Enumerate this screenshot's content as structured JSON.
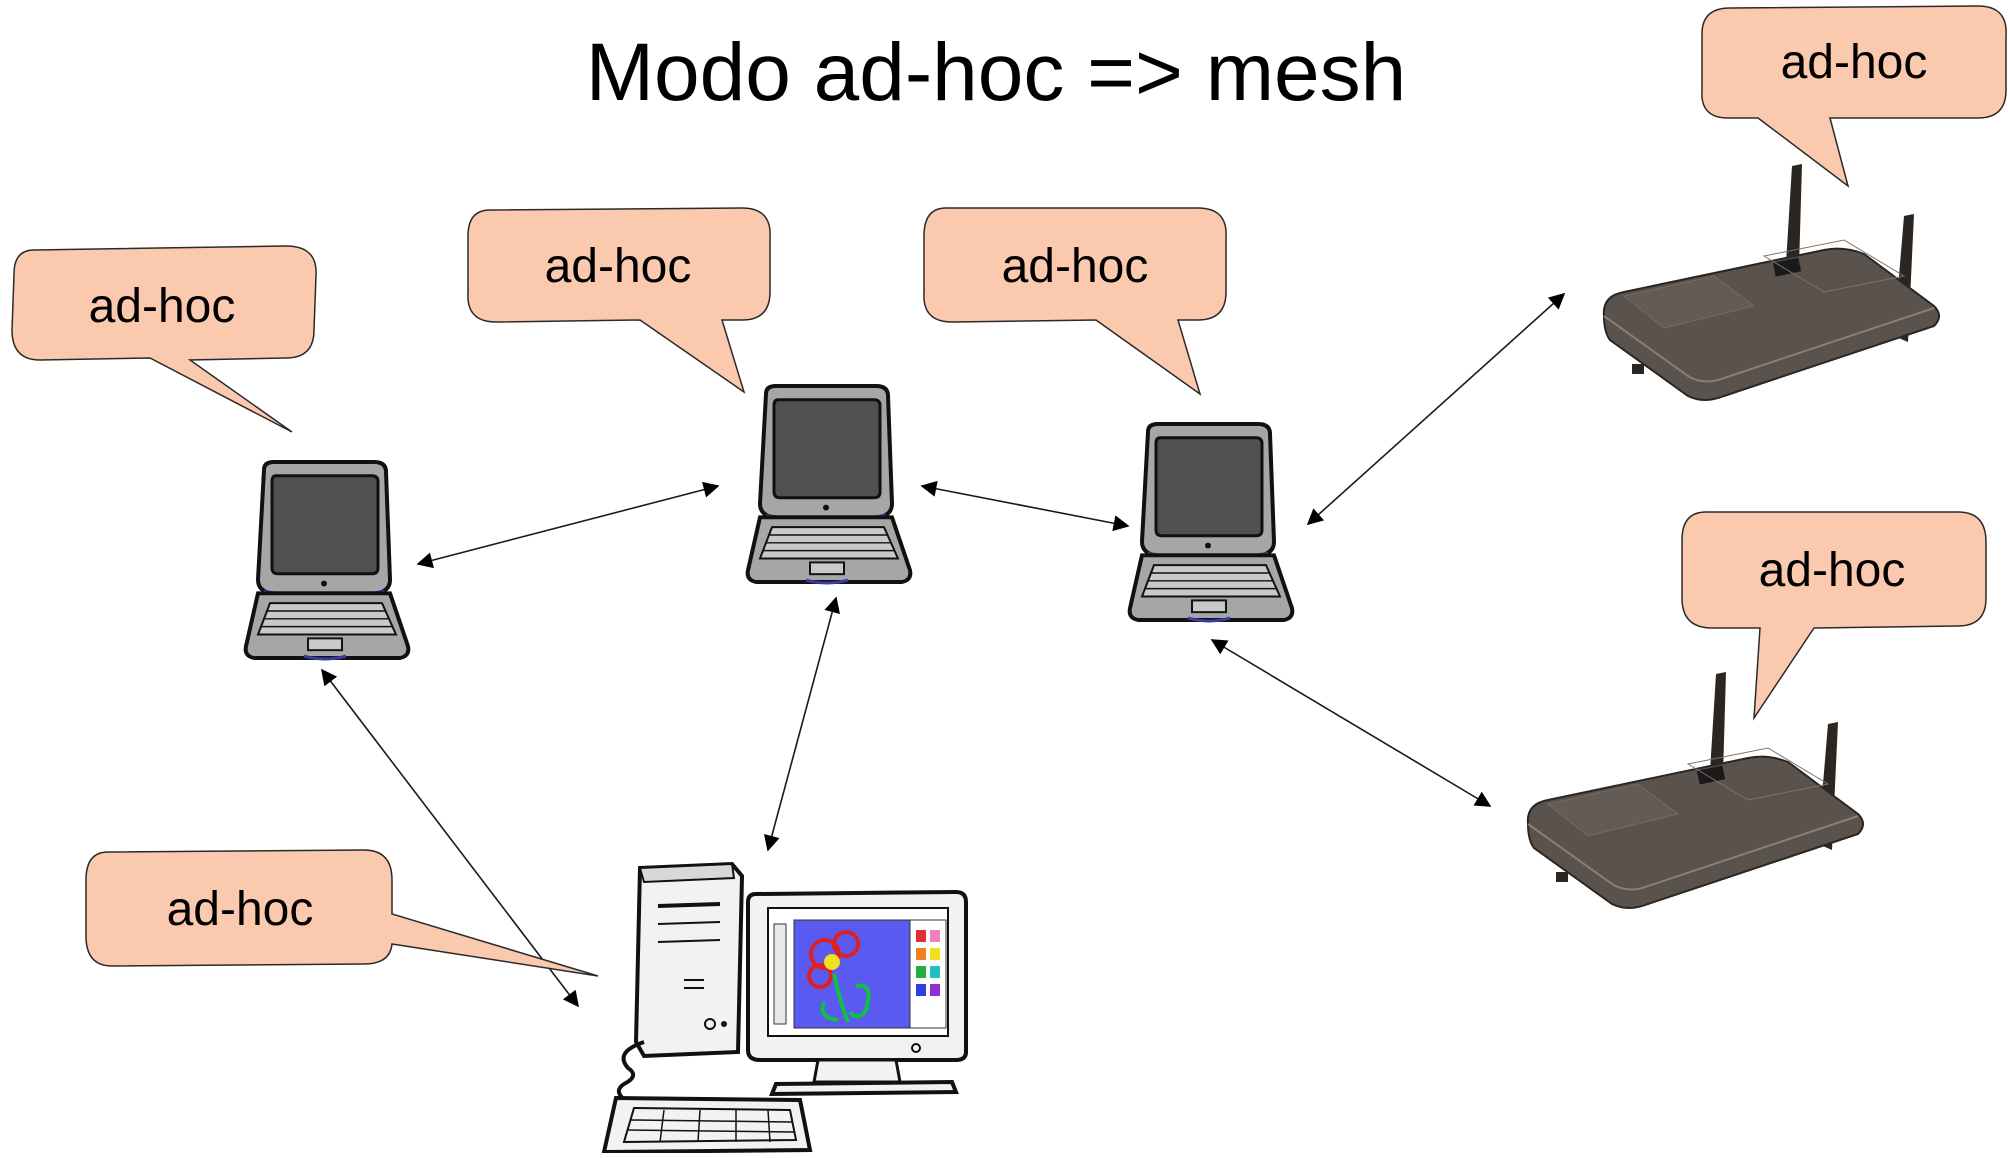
{
  "title": "Modo ad-hoc => mesh",
  "bubble_label": "ad-hoc",
  "colors": {
    "bubble_fill": "#fbc9ad",
    "laptop_gray": "#a6a6a6",
    "router_body": "#5a524c"
  },
  "nodes": [
    {
      "id": "laptop-1",
      "kind": "laptop"
    },
    {
      "id": "laptop-2",
      "kind": "laptop"
    },
    {
      "id": "laptop-3",
      "kind": "laptop"
    },
    {
      "id": "router-1",
      "kind": "router"
    },
    {
      "id": "router-2",
      "kind": "router"
    },
    {
      "id": "desktop-pc",
      "kind": "desktop"
    }
  ],
  "edges": [
    {
      "from": "laptop-1",
      "to": "laptop-2",
      "arrows": "both"
    },
    {
      "from": "laptop-2",
      "to": "laptop-3",
      "arrows": "both"
    },
    {
      "from": "laptop-3",
      "to": "router-1",
      "arrows": "both"
    },
    {
      "from": "laptop-3",
      "to": "router-2",
      "arrows": "both"
    },
    {
      "from": "laptop-2",
      "to": "desktop-pc",
      "arrows": "both"
    },
    {
      "from": "laptop-1",
      "to": "desktop-pc",
      "arrows": "both"
    }
  ]
}
